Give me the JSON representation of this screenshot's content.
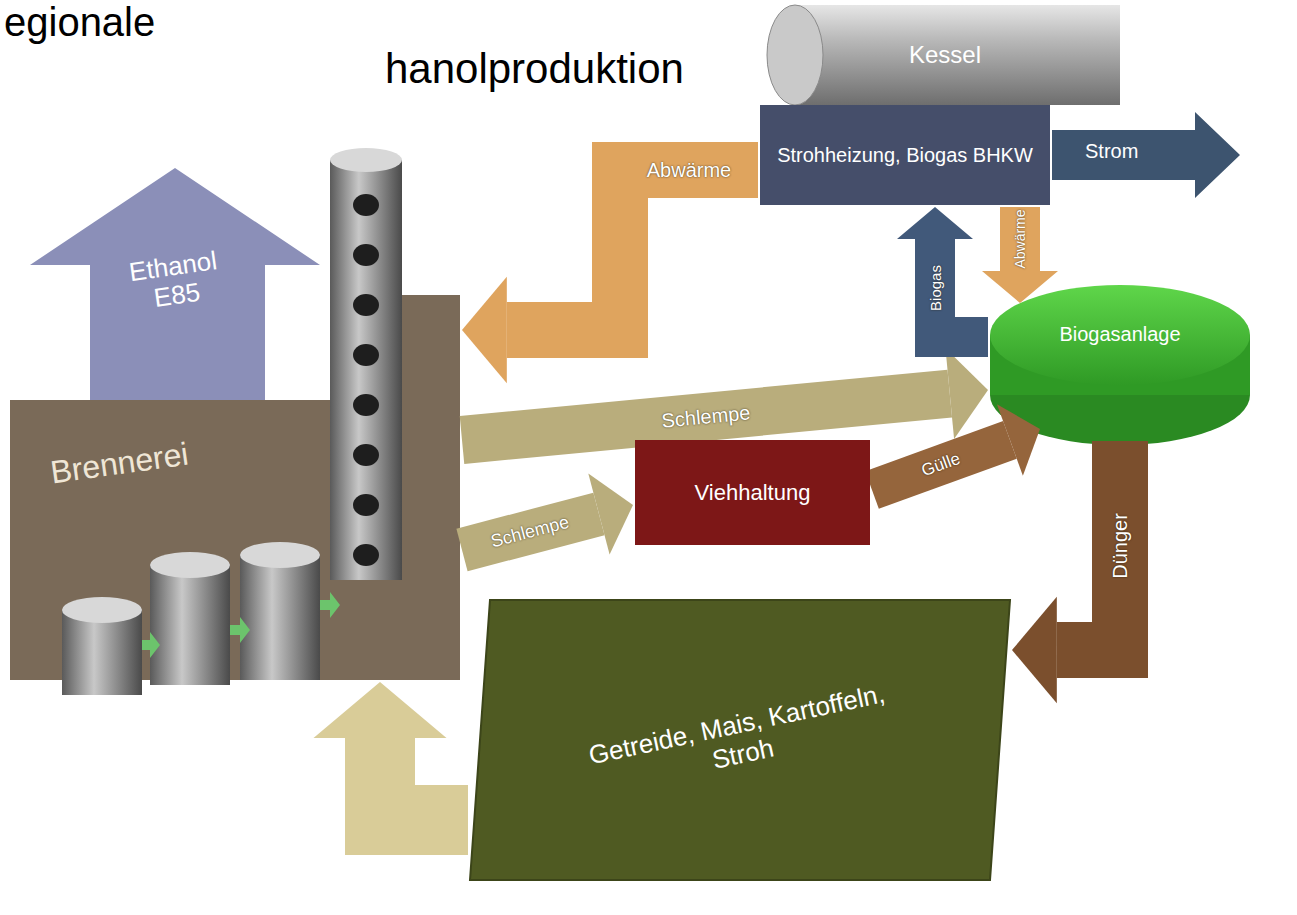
{
  "diagram": {
    "nodes": [
      {
        "text": [
          "Kessel"
        ]
      },
      {
        "text": [
          "Strohheizung, Biogas BHKW"
        ]
      },
      {
        "text": [
          "Brennerei"
        ]
      },
      {
        "text": [
          "Biogasanlage"
        ]
      },
      {
        "text": [
          "Viehhaltung"
        ]
      },
      {
        "text": [
          "Getreide, Mais, Kartoffeln, Stroh"
        ]
      }
    ],
    "edges": [
      {
        "from": 2,
        "to": 3,
        "label": "Schlempe",
        "arrow": "to"
      },
      {
        "from": 2,
        "to": 4,
        "label": "Schlempe",
        "arrow": "to"
      },
      {
        "from": 4,
        "to": 3,
        "label": "Gülle",
        "arrow": "to"
      },
      {
        "from": 3,
        "to": 1,
        "label": "Biogas",
        "arrow": "to"
      },
      {
        "from": 1,
        "to": 3,
        "label": "Abwärme",
        "arrow": "to"
      },
      {
        "from": 1,
        "to": 2,
        "label": "Abwärme",
        "arrow": "to"
      },
      {
        "from": 3,
        "to": 5,
        "label": "Dünger",
        "arrow": "to"
      },
      {
        "from": 5,
        "to": 2,
        "arrow": "to"
      }
    ],
    "labels": [
      "egionale",
      "hanolproduktion",
      "Ethanol E85",
      "Strom"
    ]
  }
}
